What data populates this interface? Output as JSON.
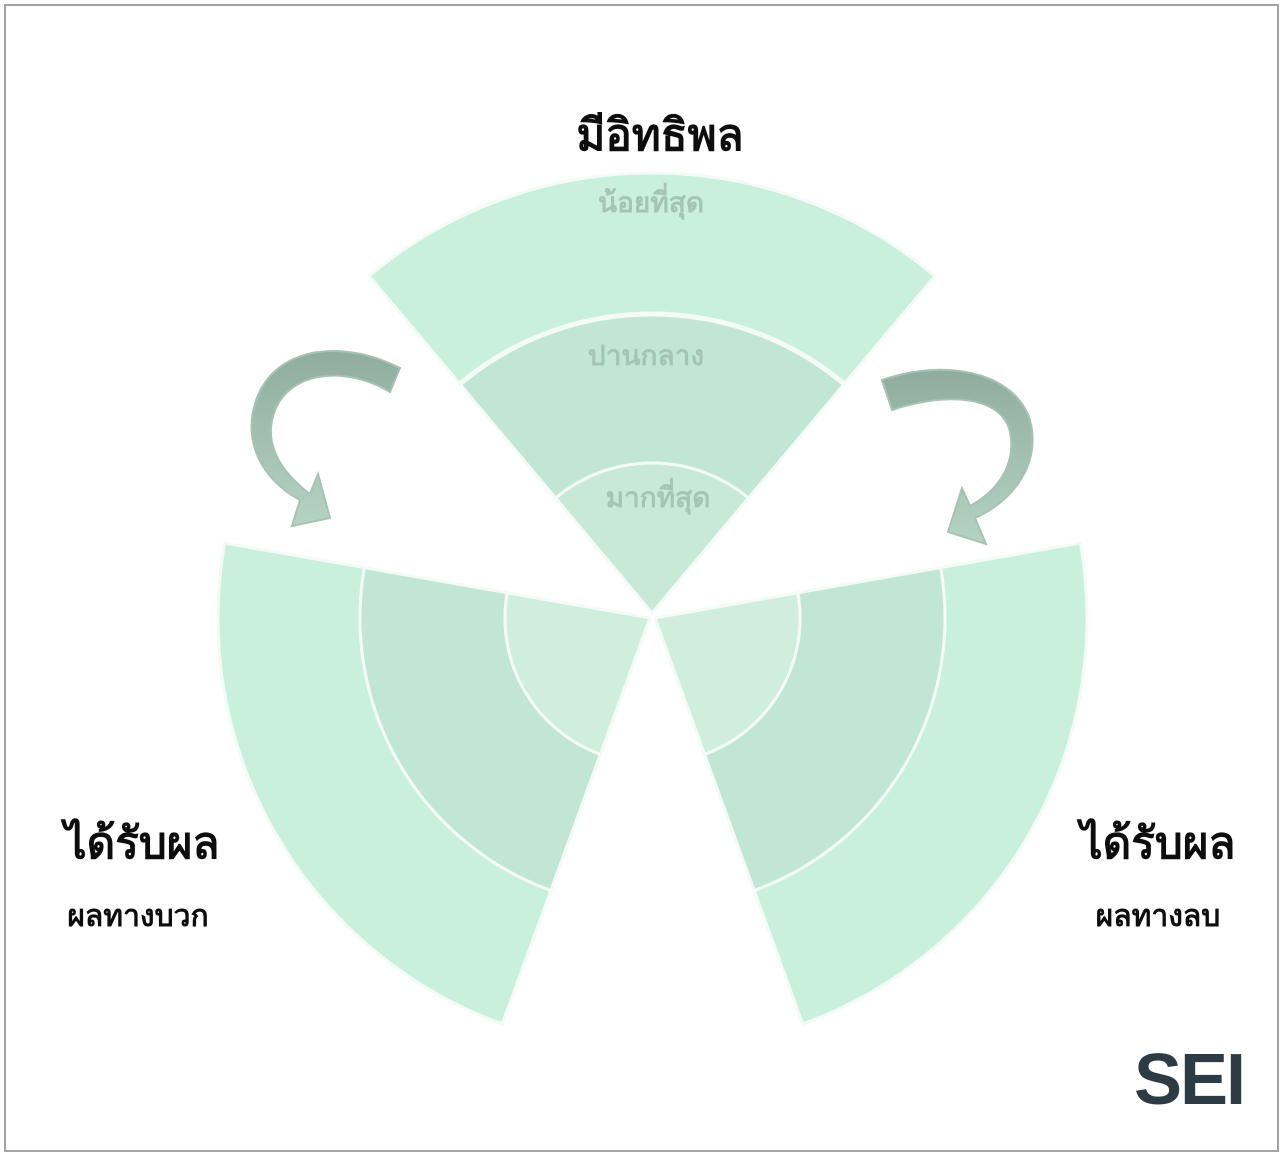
{
  "top": {
    "title": "มีอิทธิพล",
    "rings": [
      {
        "label": "น้อยที่สุด"
      },
      {
        "label": "ปานกลาง"
      },
      {
        "label": "มากที่สุด"
      }
    ]
  },
  "left": {
    "title": "ได้รับผล",
    "subtitle": "ผลทางบวก"
  },
  "right": {
    "title": "ได้รับผล",
    "subtitle": "ผลทางลบ"
  },
  "logo": "SEI",
  "colors": {
    "outer_ring": "#c8f0dc",
    "middle_ring": "#c2e6d5",
    "inner_ring": "#cfeedd",
    "ring_stroke": "#f4fbf7",
    "arrow_dark": "#8fad9f",
    "arrow_light": "#b5d3c4",
    "logo": "#2d3b44"
  }
}
